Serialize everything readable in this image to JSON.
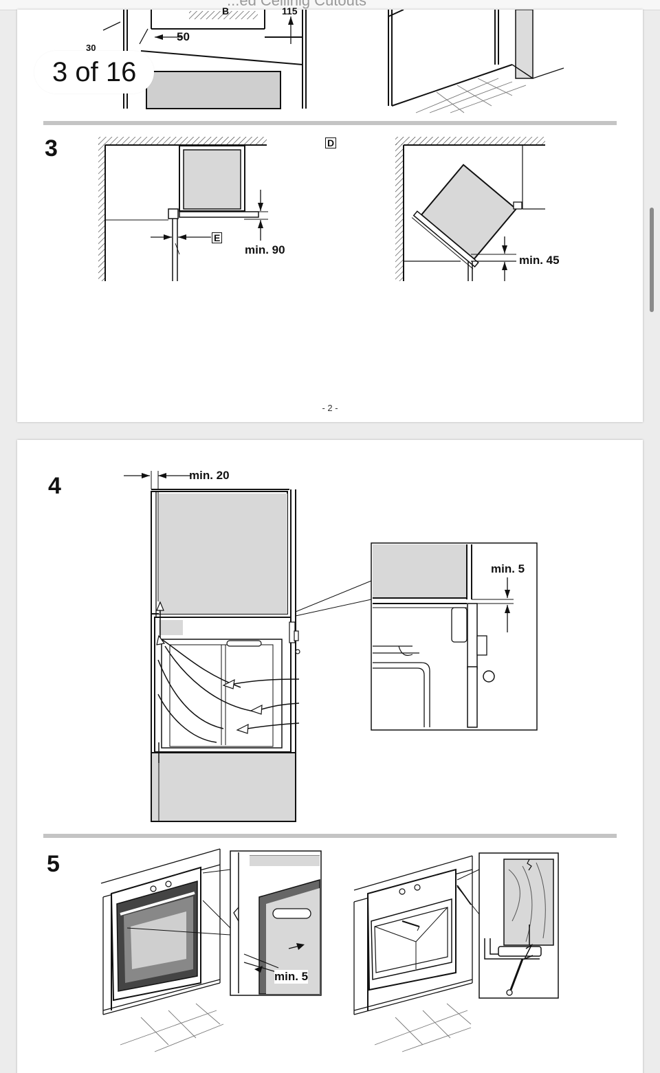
{
  "viewer": {
    "header_fragment": "...ed Ceilinig Cutouts",
    "page_counter": "3 of 16",
    "scrollbar_color": "#8a8a8a"
  },
  "page_top": {
    "footer": "- 2 -",
    "step2_fragment": {
      "dim_50": "50",
      "dim_30": "30",
      "dim_115": "115",
      "label_b": "B"
    },
    "step3": {
      "number": "3",
      "label_d": "D",
      "label_e": "E",
      "dim_left": "min. 90",
      "dim_right": "min. 45"
    }
  },
  "page_bottom": {
    "step4": {
      "number": "4",
      "dim_top": "min. 20",
      "dim_detail": "min. 5"
    },
    "step5": {
      "number": "5",
      "dim_detail": "min. 5"
    }
  }
}
